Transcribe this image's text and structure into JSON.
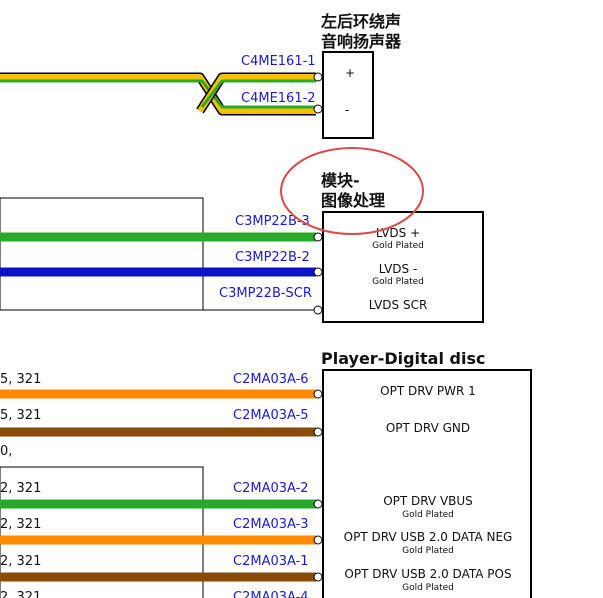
{
  "speaker": {
    "title_lines": [
      "左后环绕声",
      "音响扬声器"
    ],
    "pin_plus": "+",
    "pin_minus": "-",
    "conn_1": "C4ME161-1",
    "conn_2": "C4ME161-2"
  },
  "video": {
    "title_lines": [
      "模块-",
      "图像处理"
    ],
    "pins": [
      {
        "conn": "C3MP22B-3",
        "label": "LVDS +",
        "sub": "Gold Plated"
      },
      {
        "conn": "C3MP22B-2",
        "label": "LVDS -",
        "sub": "Gold Plated"
      },
      {
        "conn": "C3MP22B-SCR",
        "label": "LVDS SCR",
        "sub": ""
      }
    ]
  },
  "player": {
    "title": "Player-Digital disc",
    "pins": [
      {
        "conn": "C2MA03A-6",
        "label": "OPT DRV PWR 1",
        "sub": "",
        "net": "5, 321"
      },
      {
        "conn": "C2MA03A-5",
        "label": "OPT DRV GND",
        "sub": "",
        "net": "5, 321"
      },
      {
        "conn": "",
        "label": "",
        "sub": "",
        "net": "0,"
      },
      {
        "conn": "C2MA03A-2",
        "label": "OPT DRV VBUS",
        "sub": "Gold Plated",
        "net": "2, 321"
      },
      {
        "conn": "C2MA03A-3",
        "label": "OPT DRV USB 2.0 DATA NEG",
        "sub": "Gold Plated",
        "net": "2, 321"
      },
      {
        "conn": "C2MA03A-1",
        "label": "OPT DRV USB 2.0 DATA POS",
        "sub": "Gold Plated",
        "net": "2, 321"
      },
      {
        "conn": "C2MA03A-4",
        "label": "",
        "sub": "",
        "net": "2, 321"
      }
    ]
  },
  "colors": {
    "yellow": "#f2c200",
    "green": "#2aa82a",
    "blue": "#0a12c8",
    "orange": "#ff8a00",
    "brown": "#8a4a08",
    "annotation": "#d94a4a",
    "connector_label": "#1a1ad6"
  }
}
